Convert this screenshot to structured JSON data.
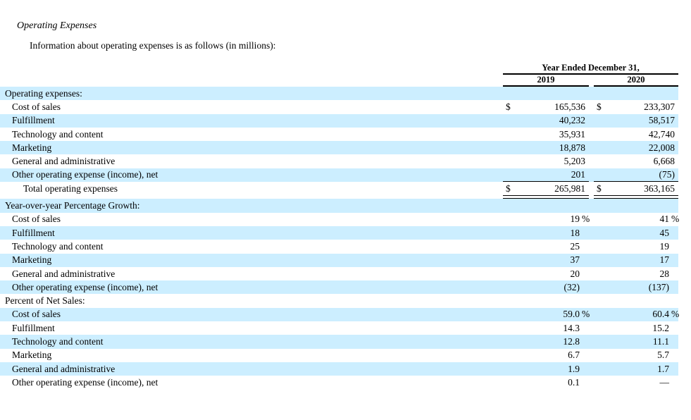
{
  "page": {
    "title": "Operating Expenses",
    "intro": "Information about operating expenses is as follows (in millions):"
  },
  "table": {
    "span_header": "Year Ended December 31,",
    "columns": [
      "2019",
      "2020"
    ],
    "highlight_color": "#cceeff",
    "rows": [
      {
        "label": "Operating expenses:",
        "indent": 0,
        "hl": true,
        "money": true
      },
      {
        "label": "Cost of sales",
        "indent": 1,
        "money": true,
        "cur1": "$",
        "val1": "165,536",
        "cur2": "$",
        "val2": "233,307"
      },
      {
        "label": "Fulfillment",
        "indent": 1,
        "hl": true,
        "money": true,
        "val1": "40,232",
        "val2": "58,517"
      },
      {
        "label": "Technology and content",
        "indent": 1,
        "money": true,
        "val1": "35,931",
        "val2": "42,740"
      },
      {
        "label": "Marketing",
        "indent": 1,
        "hl": true,
        "money": true,
        "val1": "18,878",
        "val2": "22,008"
      },
      {
        "label": "General and administrative",
        "indent": 1,
        "money": true,
        "val1": "5,203",
        "val2": "6,668"
      },
      {
        "label": "Other operating expense (income), net",
        "indent": 1,
        "hl": true,
        "money": true,
        "val1": "201",
        "val2": "(75)",
        "rule": "single"
      },
      {
        "label": "Total operating expenses",
        "indent": 2,
        "money": true,
        "cur1": "$",
        "val1": "265,981",
        "cur2": "$",
        "val2": "363,165",
        "rule": "double"
      },
      {
        "label": "Year-over-year Percentage Growth:",
        "indent": 0,
        "hl": true
      },
      {
        "label": "Cost of sales",
        "indent": 1,
        "val1": "19",
        "suf1": "%",
        "val2": "41",
        "suf2": "%"
      },
      {
        "label": "Fulfillment",
        "indent": 1,
        "hl": true,
        "val1": "18",
        "val2": "45"
      },
      {
        "label": "Technology and content",
        "indent": 1,
        "val1": "25",
        "val2": "19"
      },
      {
        "label": "Marketing",
        "indent": 1,
        "hl": true,
        "val1": "37",
        "val2": "17"
      },
      {
        "label": "General and administrative",
        "indent": 1,
        "val1": "20",
        "val2": "28"
      },
      {
        "label": "Other operating expense (income), net",
        "indent": 1,
        "hl": true,
        "val1": "(32)",
        "val2": "(137)"
      },
      {
        "label": "Percent of Net Sales:",
        "indent": 0
      },
      {
        "label": "Cost of sales",
        "indent": 1,
        "hl": true,
        "val1": "59.0",
        "suf1": "%",
        "val2": "60.4",
        "suf2": "%"
      },
      {
        "label": "Fulfillment",
        "indent": 1,
        "val1": "14.3",
        "val2": "15.2"
      },
      {
        "label": "Technology and content",
        "indent": 1,
        "hl": true,
        "val1": "12.8",
        "val2": "11.1"
      },
      {
        "label": "Marketing",
        "indent": 1,
        "val1": "6.7",
        "val2": "5.7"
      },
      {
        "label": "General and administrative",
        "indent": 1,
        "hl": true,
        "val1": "1.9",
        "val2": "1.7"
      },
      {
        "label": "Other operating expense (income), net",
        "indent": 1,
        "val1": "0.1",
        "val2": "—"
      }
    ]
  }
}
